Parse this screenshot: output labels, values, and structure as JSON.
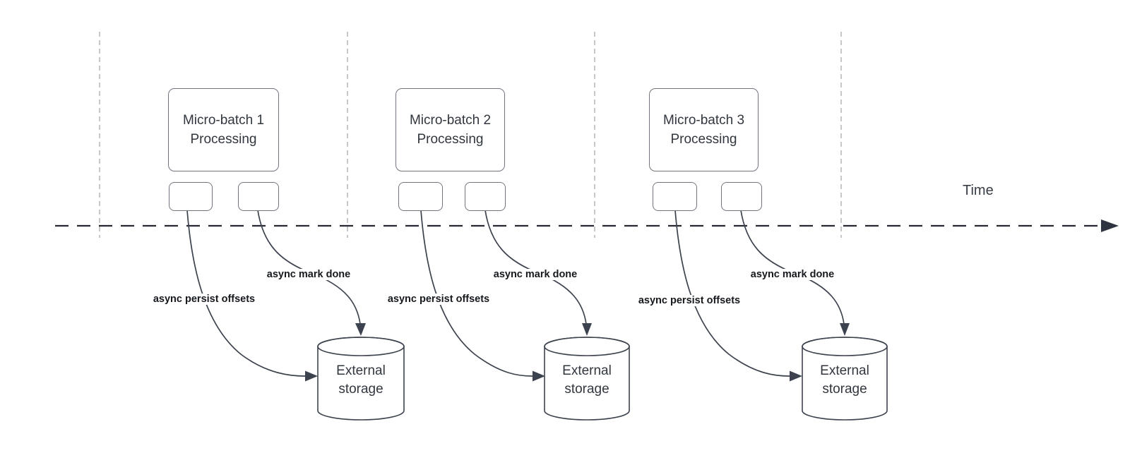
{
  "diagram": {
    "time_axis": {
      "label": "Time"
    },
    "sections": [
      {
        "title_lines": [
          "Micro-batch 1",
          "Processing"
        ],
        "labels": {
          "persist": "async persist offsets",
          "mark_done": "async mark done"
        },
        "storage_lines": [
          "External",
          "storage"
        ]
      },
      {
        "title_lines": [
          "Micro-batch 2",
          "Processing"
        ],
        "labels": {
          "persist": "async persist offsets",
          "mark_done": "async mark done"
        },
        "storage_lines": [
          "External",
          "storage"
        ]
      },
      {
        "title_lines": [
          "Micro-batch 3",
          "Processing"
        ],
        "labels": {
          "persist": "async persist offsets",
          "mark_done": "async mark done"
        },
        "storage_lines": [
          "External",
          "storage"
        ]
      }
    ],
    "colors": {
      "connector": "#3d434e",
      "timeline": "#262b33",
      "guide_line": "#b9bbbd",
      "box_border": "#70757d",
      "box_text": "#32373f",
      "label_text": "#16191d",
      "background": "#ffffff"
    }
  }
}
